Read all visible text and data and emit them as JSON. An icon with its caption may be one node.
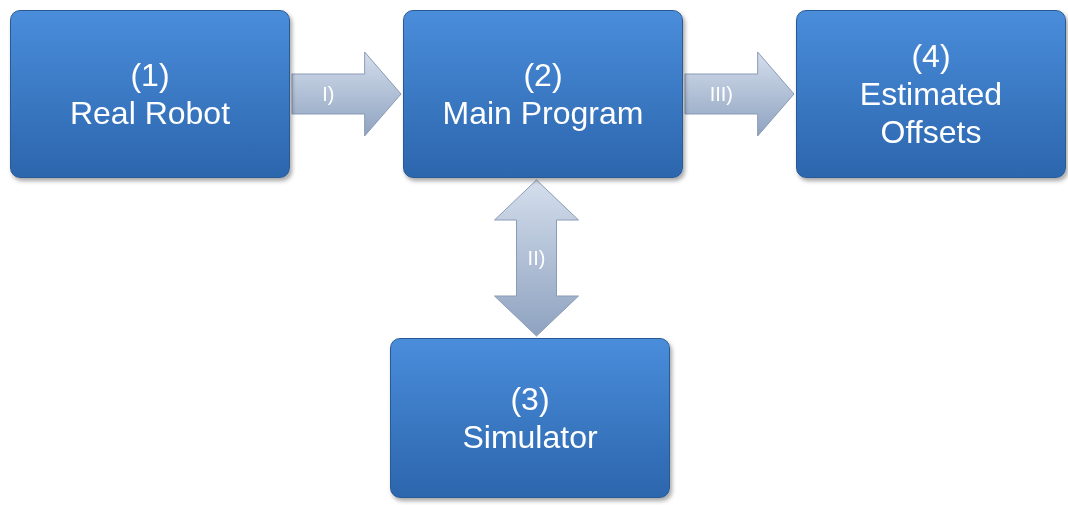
{
  "diagram": {
    "nodes": [
      {
        "text": [
          "(1)",
          "Real Robot"
        ]
      },
      {
        "text": [
          "(2)",
          "Main Program"
        ]
      },
      {
        "text": [
          "(3)",
          "Simulator"
        ]
      },
      {
        "text": [
          "(4)",
          "Estimated Offsets"
        ]
      }
    ],
    "edges": [
      {
        "from": 0,
        "to": 1,
        "arrow": "to",
        "label": "I)"
      },
      {
        "from": 1,
        "to": 2,
        "arrow": "both",
        "label": "II)"
      },
      {
        "from": 1,
        "to": 3,
        "arrow": "to",
        "label": "III)"
      }
    ]
  }
}
